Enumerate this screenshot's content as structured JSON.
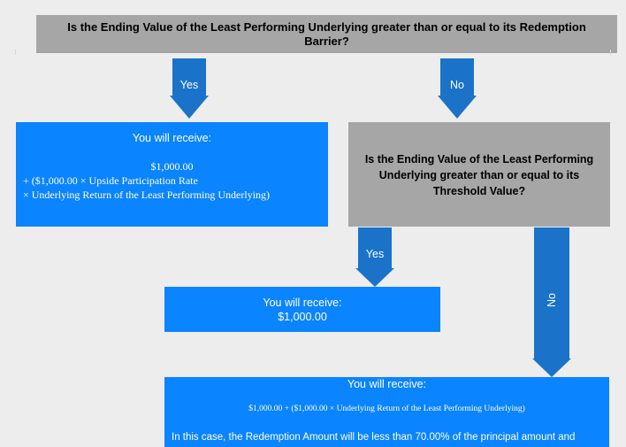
{
  "top_question": {
    "line1": "Is the Ending Value of the Least Performing Underlying greater than or equal to its Redemption",
    "line2": "Barrier?"
  },
  "yes_branch": {
    "arrow_label": "Yes",
    "title": "You will receive:",
    "amount": "$1,000.00",
    "line1": "+ ($1,000.00 × Upside Participation Rate",
    "line2": "× Underlying Return of the Least Performing Underlying)"
  },
  "no_branch": {
    "arrow_label": "No",
    "question_line1": "Is the Ending Value of the Least Performing",
    "question_line2": "Underlying greater than or equal to its",
    "question_line3": "Threshold Value?"
  },
  "threshold_yes": {
    "arrow_label": "Yes",
    "title": "You will receive:",
    "amount": "$1,000.00"
  },
  "threshold_no": {
    "arrow_label": "No",
    "title": "You will receive:",
    "formula": "$1,000.00 + ($1,000.00 × Underlying Return of the Least Performing Underlying)",
    "note": "In this case, the Redemption Amount will be less than 70.00% of the principal amount and"
  },
  "colors": {
    "arrow": "#1a73c8",
    "box_blue": "#0a84ff",
    "box_gray": "#a6a6a6",
    "background": "#ededed"
  }
}
